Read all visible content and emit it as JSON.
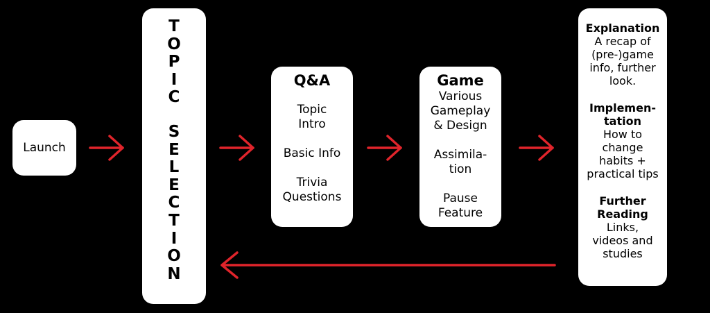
{
  "colors": {
    "background": "#000000",
    "box": "#ffffff",
    "arrow": "#e0242b"
  },
  "launch": {
    "label": "Launch"
  },
  "topic_selection": {
    "word_top": "T\nO\nP\nI\nC",
    "word_bottom": "S\nE\nL\nE\nC\nT\nI\nO\nN"
  },
  "qa": {
    "title": "Q&A",
    "items": [
      "Topic\nIntro",
      "Basic Info",
      "Trivia\nQuestions"
    ]
  },
  "game": {
    "title": "Game",
    "items": [
      "Various\nGameplay\n& Design",
      "Assimila-\ntion",
      "Pause\nFeature"
    ]
  },
  "summary": {
    "sections": [
      {
        "title": "Explanation",
        "text": "A recap of\n(pre-)game\ninfo, further\nlook."
      },
      {
        "title": "Implemen-\ntation",
        "text": "How to\nchange\nhabits +\npractical tips"
      },
      {
        "title": "Further\nReading",
        "text": "Links,\nvideos and\nstudies"
      }
    ]
  }
}
